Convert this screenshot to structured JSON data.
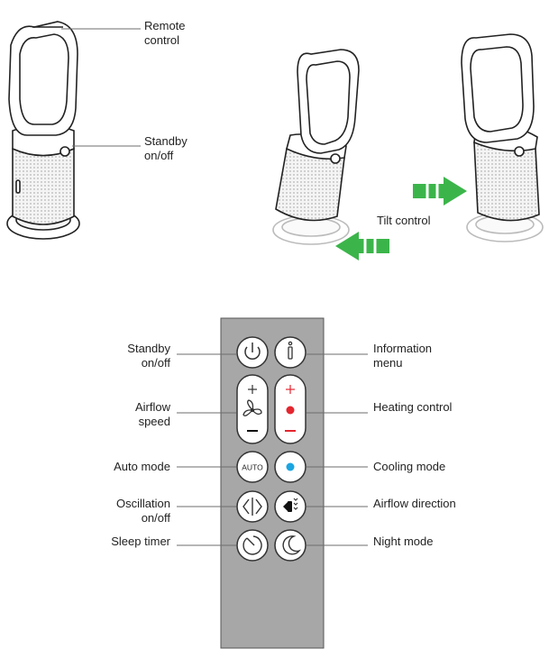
{
  "top_labels": {
    "remote_control": [
      "Remote",
      "control"
    ],
    "standby": [
      "Standby",
      "on/off"
    ],
    "tilt_control": "Tilt control"
  },
  "remote": {
    "left_labels": {
      "standby": [
        "Standby",
        "on/off"
      ],
      "airflow_speed": [
        "Airflow",
        "speed"
      ],
      "auto_mode": "Auto mode",
      "oscillation": [
        "Oscillation",
        "on/off"
      ],
      "sleep_timer": "Sleep timer"
    },
    "right_labels": {
      "information": [
        "Information",
        "menu"
      ],
      "heating": "Heating control",
      "cooling": "Cooling mode",
      "airflow_direction": "Airflow direction",
      "night_mode": "Night mode"
    },
    "buttons": {
      "auto": "AUTO",
      "plus": "+",
      "info": "i"
    }
  },
  "colors": {
    "remote_body": "#a7a7a7",
    "heat_red": "#e4262f",
    "cool_blue": "#1ba5e0",
    "tilt_green": "#3bb54a",
    "line": "#6e6e6e"
  },
  "icons": [
    "power-icon",
    "info-icon",
    "fan-icon",
    "heat-dot-icon",
    "cool-dot-icon",
    "oscillation-icon",
    "airflow-direction-icon",
    "sleep-timer-icon",
    "moon-icon"
  ]
}
